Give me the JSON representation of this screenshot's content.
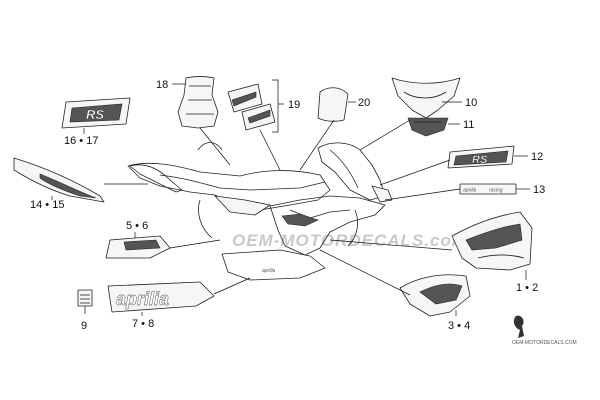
{
  "callouts": {
    "c18": "18",
    "c19": "19",
    "c20": "20",
    "c10": "10",
    "c11": "11",
    "c12": "12",
    "c13": "13",
    "c16_17": "16 • 17",
    "c14_15": "14 • 15",
    "c5_6": "5 • 6",
    "c1_2": "1 • 2",
    "c3_4": "3 • 4",
    "c7_8": "7 • 8",
    "c9": "9"
  },
  "decals": {
    "rs_text": "RS",
    "aprilia_text": "aprilia",
    "racing_text": "racing"
  },
  "watermark": {
    "text": "OEM-MOTORDECALS.com",
    "corner_text": "OEM-MOTORDECALS.COM"
  },
  "colors": {
    "line": "#222222",
    "watermark": "#c8c8c8"
  }
}
